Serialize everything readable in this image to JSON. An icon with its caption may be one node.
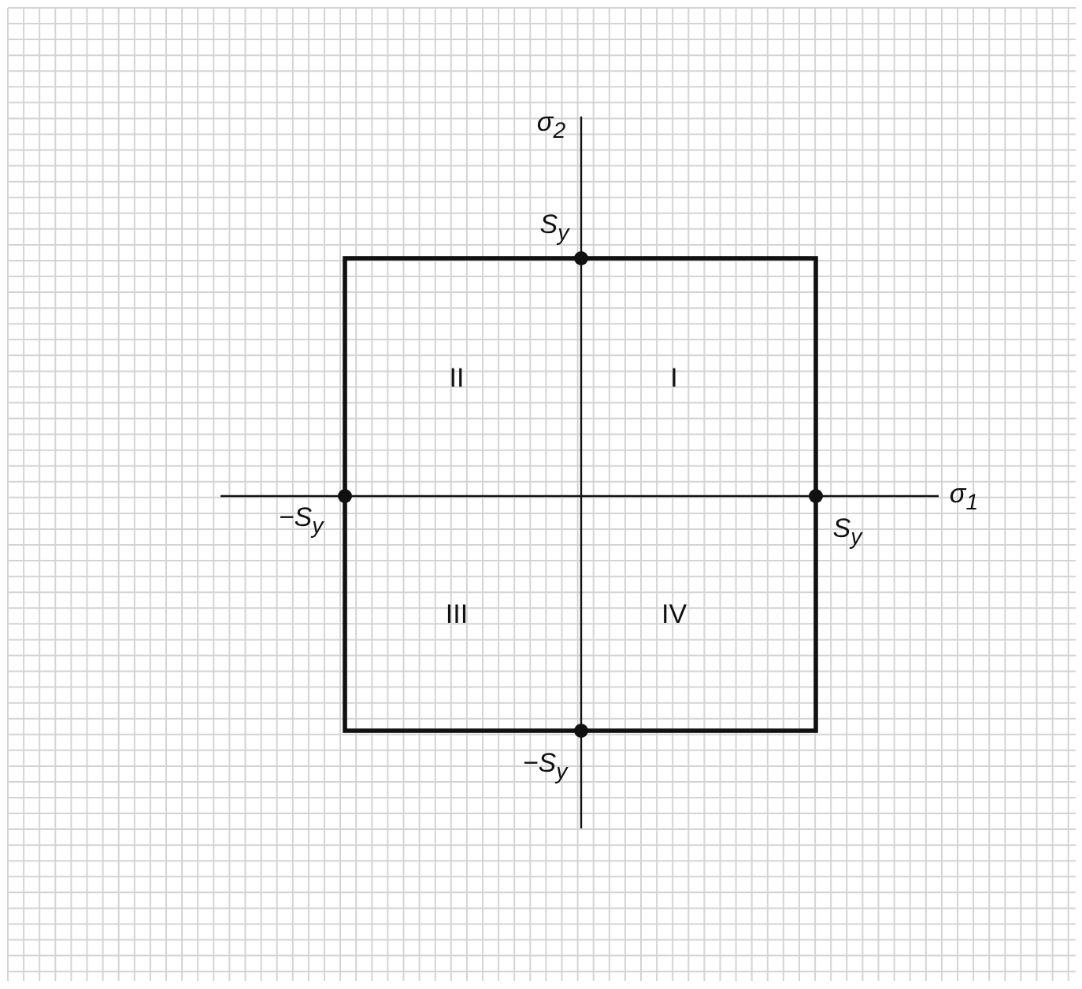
{
  "diagram": {
    "labels": [
      "σ$_{2}$",
      "S$_{y}$",
      "II",
      "I",
      "σ$_{1}$",
      "−S$_{y}$",
      "S$_{y}$",
      "III",
      "IV",
      "−S$_{y}$"
    ]
  }
}
